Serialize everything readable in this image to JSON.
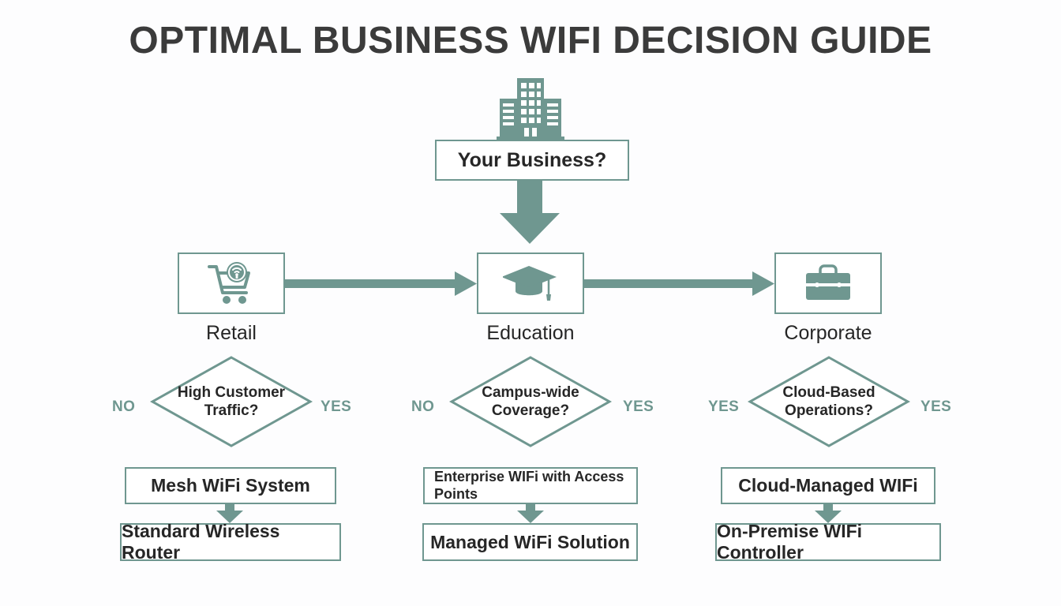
{
  "page": {
    "title": "OPTIMAL BUSINESS WIFI DECISION GUIDE",
    "background_color": "#fdfdfe",
    "accent_color": "#6f9790",
    "text_color": "#262626",
    "title_color": "#3b3b3b"
  },
  "root": {
    "icon": "office-building-icon",
    "label": "Your Business?"
  },
  "branches": [
    {
      "id": "retail",
      "icon": "shopping-cart-wifi-icon",
      "label": "Retail",
      "decision": "High Customer Traffic?",
      "left_label": "NO",
      "right_label": "YES",
      "result_primary": "Mesh WiFi System",
      "result_secondary": "Standard Wireless Router"
    },
    {
      "id": "education",
      "icon": "graduation-cap-icon",
      "label": "Education",
      "decision": "Campus-wide Coverage?",
      "left_label": "NO",
      "right_label": "YES",
      "result_primary": "Enterprise WIFi with Access Points",
      "result_secondary": "Managed WiFi Solution"
    },
    {
      "id": "corporate",
      "icon": "briefcase-icon",
      "label": "Corporate",
      "decision": "Cloud-Based Operations?",
      "left_label": "YES",
      "right_label": "YES",
      "result_primary": "Cloud-Managed WIFi",
      "result_secondary": "On-Premise WIFi Controller"
    }
  ],
  "flow": {
    "root_down_arrow": "down-arrow",
    "retail_to_education_arrow": "right-arrow",
    "education_to_corporate_arrow": "right-arrow"
  }
}
